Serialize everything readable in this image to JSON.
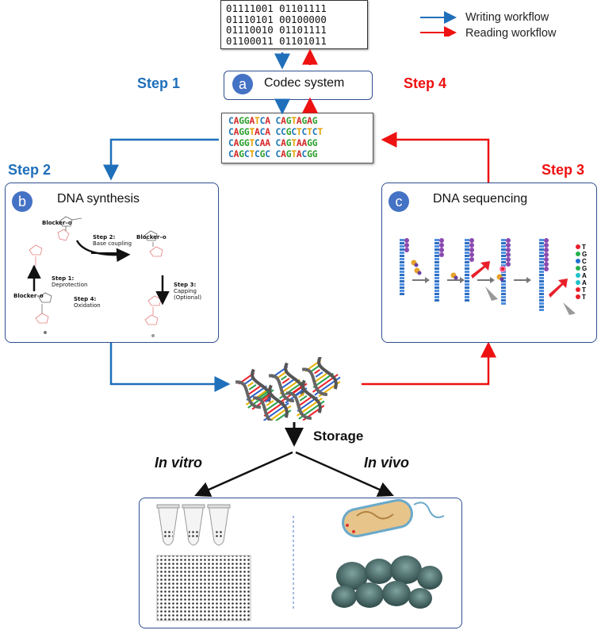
{
  "binary": {
    "lines": [
      "01111001 01101111",
      "01110101 00100000",
      "01110010 01101111",
      "01100011 01101011"
    ]
  },
  "legend": {
    "writing": "Writing workflow",
    "reading": "Reading workflow",
    "writing_color": "#1f6fba",
    "reading_color": "#ee1111"
  },
  "codec": {
    "badge": "a",
    "label": "Codec system"
  },
  "sequences": {
    "left": [
      "CAGGATCA",
      "CAGGTACA",
      "CAGGTCAA",
      "CAGCTCGC"
    ],
    "right": [
      "CAGTAGAG",
      "CCGCTCTCT",
      "CAGTAAGG",
      "CAGTACGG"
    ],
    "base_colors": {
      "A": "#d62728",
      "C": "#1f77b4",
      "G": "#2ca02c",
      "T": "#e6a100"
    }
  },
  "steps": {
    "step1": "Step 1",
    "step2": "Step 2",
    "step3": "Step 3",
    "step4": "Step 4"
  },
  "synthesis": {
    "badge": "b",
    "title": "DNA synthesis",
    "step2_bold": "Step 2:",
    "step2_text": "Base coupling",
    "step1_bold": "Step 1:",
    "step1_text": "Deprotection",
    "step4_bold": "Step 4:",
    "step4_text": "Oxidation",
    "step3_bold": "Step 3:",
    "step3_text_1": "Capping",
    "step3_text_2": "(Optional)",
    "blocker": "Blocker–o"
  },
  "sequencing": {
    "badge": "c",
    "title": "DNA sequencing",
    "read_letters": [
      "T",
      "G",
      "C",
      "G",
      "A",
      "A",
      "T",
      "T"
    ],
    "read_colors": [
      "#e8202a",
      "#27b04b",
      "#1f6fd0",
      "#27b04b",
      "#20c0c8",
      "#20c0c8",
      "#e8202a",
      "#e8202a"
    ]
  },
  "storage": {
    "label": "Storage",
    "in_vitro": "In vitro",
    "in_vivo": "In vivo"
  }
}
